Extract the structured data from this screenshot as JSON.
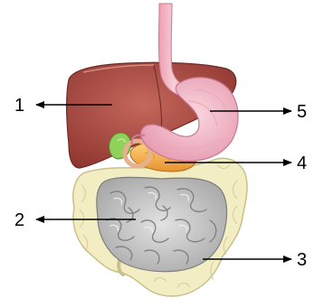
{
  "labels": [
    {
      "id": "1",
      "text": "1"
    },
    {
      "id": "2",
      "text": "2"
    },
    {
      "id": "3",
      "text": "3"
    },
    {
      "id": "4",
      "text": "4"
    },
    {
      "id": "5",
      "text": "5"
    }
  ],
  "colors": {
    "liver": "#a8453d",
    "liver_light": "#c86a5c",
    "stomach": "#f1b6c4",
    "stomach_dark": "#d58ba0",
    "esophagus": "#f3c3cf",
    "pancreas": "#f3b04e",
    "gallbladder": "#8fd15a",
    "large_intestine": "#f3edc4",
    "large_intestine_outline": "#c9c08a",
    "small_intestine": "#c8c8c8",
    "small_intestine_dark": "#8a8a8a",
    "arrow": "#000000"
  }
}
